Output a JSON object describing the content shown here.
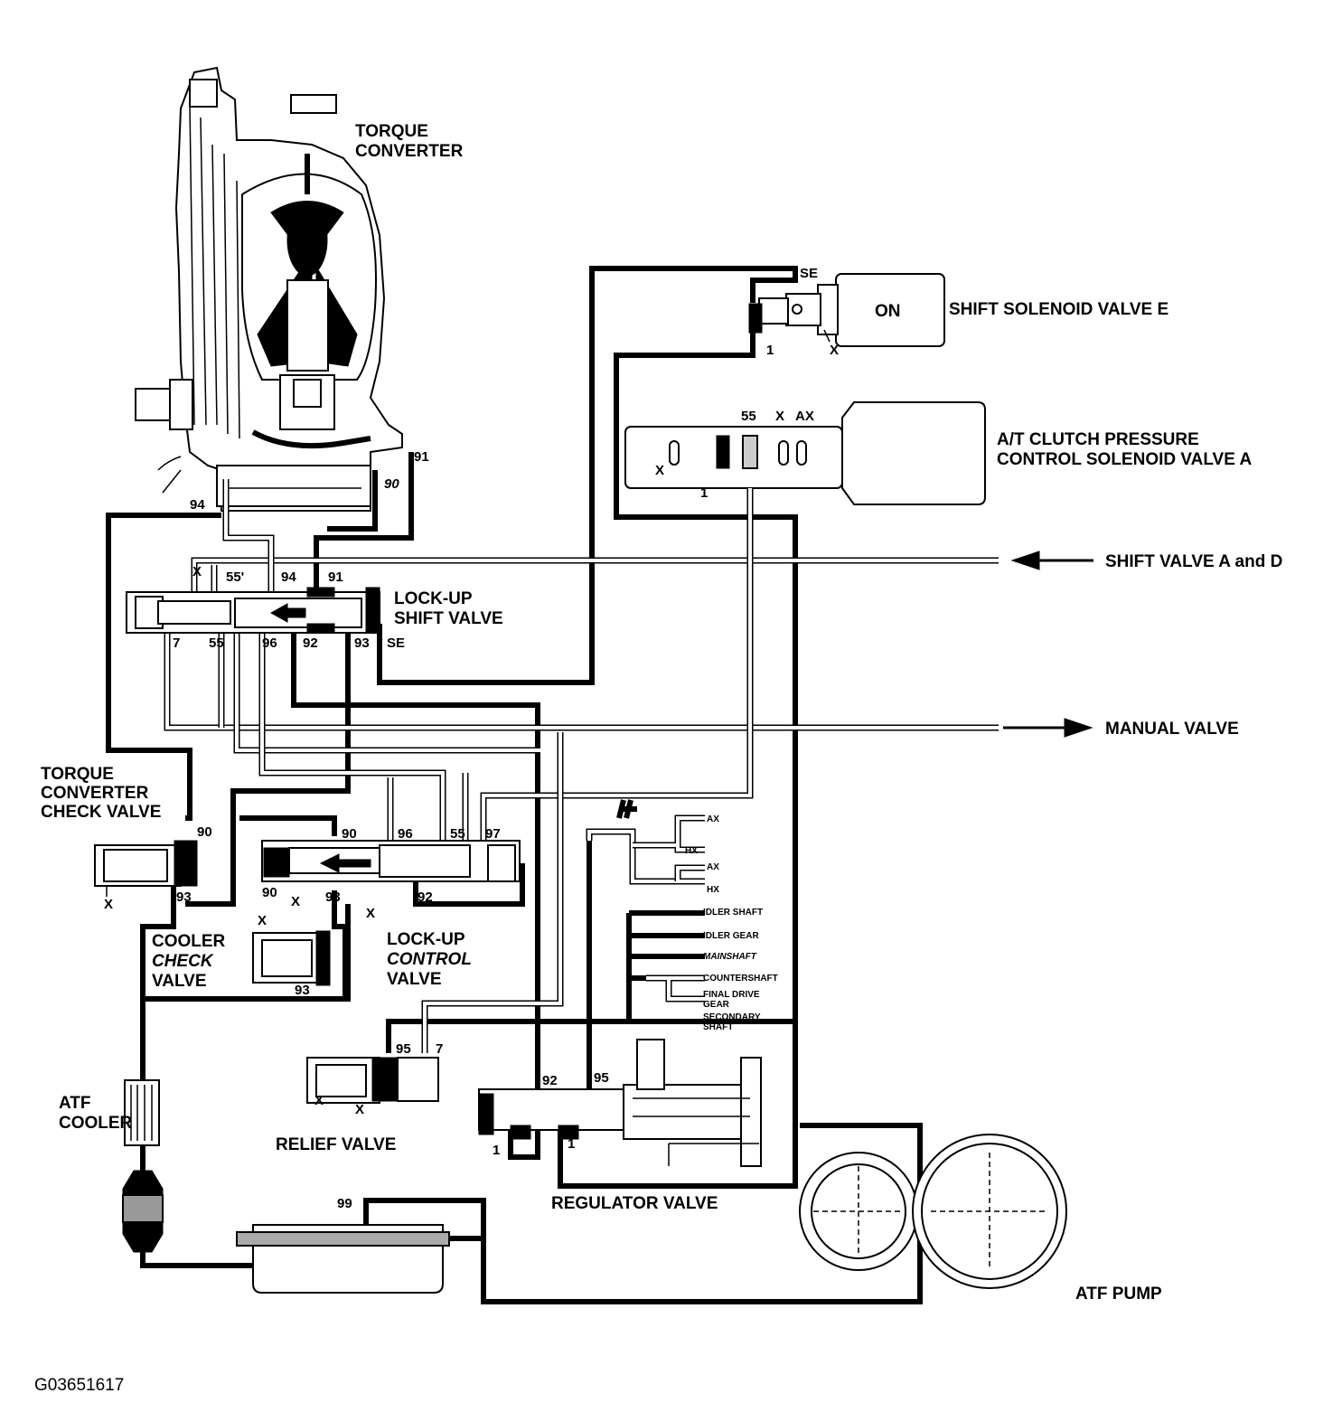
{
  "labels": {
    "torque_converter": [
      "TORQUE",
      "CONVERTER"
    ],
    "shift_solenoid_e": "SHIFT SOLENOID VALVE E",
    "solenoid_on": "ON",
    "at_clutch": [
      "A/T CLUTCH PRESSURE",
      "CONTROL SOLENOID VALVE A"
    ],
    "shift_valve_ad": "SHIFT VALVE A and D",
    "manual_valve": "MANUAL VALVE",
    "lockup_shift_valve": [
      "LOCK-UP",
      "SHIFT VALVE"
    ],
    "tc_check_valve": [
      "TORQUE",
      "CONVERTER",
      "CHECK VALVE"
    ],
    "cooler_check_valve": [
      "COOLER",
      "CHECK",
      "VALVE"
    ],
    "lockup_control_valve": [
      "LOCK-UP",
      "CONTROL",
      "VALVE"
    ],
    "atf_cooler": [
      "ATF",
      "COOLER"
    ],
    "relief_valve": "RELIEF VALVE",
    "regulator_valve": "REGULATOR VALVE",
    "atf_pump": "ATF PUMP",
    "figure_id": "G03651617"
  },
  "lube_points": {
    "ax1": "AX",
    "hx1": "HX",
    "ax2": "AX",
    "hx2": "HX",
    "idler_shaft": "IDLER SHAFT",
    "idler_gear": "IDLER GEAR",
    "mainshaft": "MAINSHAFT",
    "countershaft": "COUNTERSHAFT",
    "final_drive": [
      "FINAL DRIVE",
      "GEAR"
    ],
    "secondary_shaft": [
      "SECONDARY",
      "SHAFT"
    ]
  },
  "ports": {
    "se_top": "SE",
    "sol_e_1": "1",
    "sol_e_x": "X",
    "at_55": "55",
    "at_x": "X",
    "at_ax": "AX",
    "at_xl": "X",
    "at_1": "1",
    "tc_91": "91",
    "tc_90": "90",
    "tc_94": "94",
    "lsv_x": "X",
    "lsv_55p": "55'",
    "lsv_94": "94",
    "lsv_91": "91",
    "lsv_7": "7",
    "lsv_55": "55",
    "lsv_96": "96",
    "lsv_92": "92",
    "lsv_93": "93",
    "lsv_se": "SE",
    "tcc_90": "90",
    "tcc_93": "93",
    "tcc_x": "X",
    "lcv_90": "90",
    "lcv_96": "96",
    "lcv_55": "55",
    "lcv_97": "97",
    "lcv_90b": "90",
    "lcv_x": "X",
    "lcv_93": "93",
    "lcv_92": "92",
    "lcv_xb": "X",
    "ccv_x": "X",
    "ccv_93": "93",
    "rv_95": "95",
    "rv_7": "7",
    "rv_x1": "X",
    "rv_x2": "X",
    "reg_92": "92",
    "reg_95": "95",
    "reg_1a": "1",
    "reg_1b": "1",
    "cooler_99": "99"
  }
}
